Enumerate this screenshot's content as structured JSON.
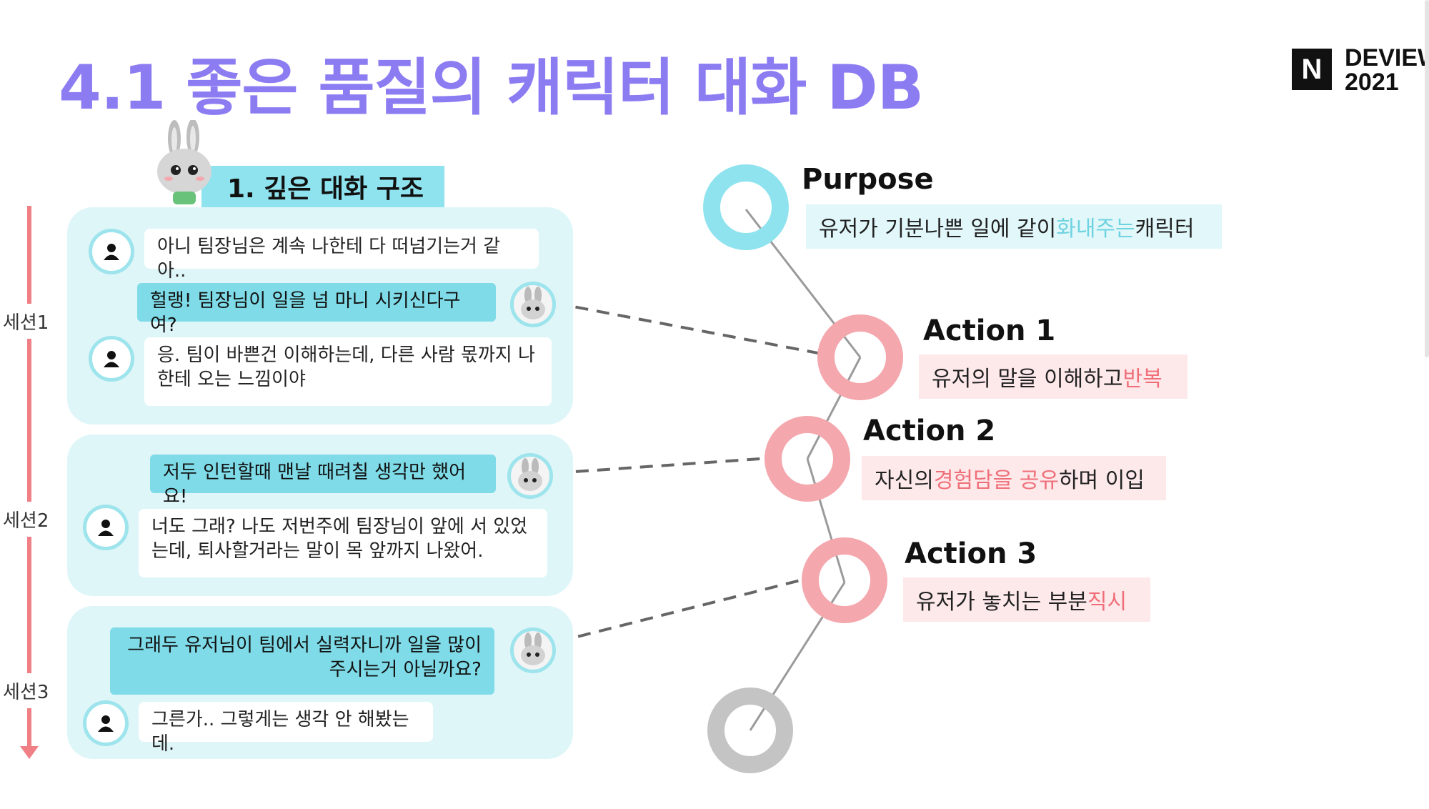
{
  "slide": {
    "title": "4.1 좋은 품질의 캐릭터 대화 DB",
    "logo": {
      "mark": "N",
      "line1": "DEVIEW",
      "line2": "2021"
    }
  },
  "section": {
    "header": "1. 깊은 대화 구조"
  },
  "sessions": [
    {
      "label": "세션1",
      "messages": [
        {
          "speaker": "user",
          "text": "아니 팀장님은 계속 나한테 다 떠넘기는거 같아.."
        },
        {
          "speaker": "character",
          "text": "헐랭! 팀장님이 일을 넘 마니 시키신다구여?"
        },
        {
          "speaker": "user",
          "line1": "응. 팀이 바쁜건 이해하는데, 다른 사람 몫까지 나",
          "line2": "한테 오는 느낌이야"
        }
      ]
    },
    {
      "label": "세션2",
      "messages": [
        {
          "speaker": "character",
          "text": "저두 인턴할때 맨날 때려칠 생각만 했어요!"
        },
        {
          "speaker": "user",
          "line1": "너도 그래? 나도 저번주에 팀장님이 앞에 서 있었",
          "line2": "는데, 퇴사할거라는 말이 목 앞까지 나왔어."
        }
      ]
    },
    {
      "label": "세션3",
      "messages": [
        {
          "speaker": "character",
          "line1": "그래두 유저님이 팀에서 실력자니까 일을 많이",
          "line2": "주시는거 아닐까요?"
        },
        {
          "speaker": "user",
          "text": "그른가.. 그렇게는 생각 안 해봤는데."
        }
      ]
    }
  ],
  "flow": {
    "purpose": {
      "title": "Purpose",
      "pre": "유저가 기분나쁜 일에 같이 ",
      "highlight": "화내주는",
      "post": " 캐릭터",
      "color": "#8fe3ee"
    },
    "actions": [
      {
        "title": "Action 1",
        "pre": "유저의 말을 이해하고 ",
        "highlight": "반복",
        "post": "",
        "color": "#f4a7ad"
      },
      {
        "title": "Action 2",
        "pre": "자신의 ",
        "highlight": "경험담을 공유",
        "post": "하며 이입",
        "color": "#f4a7ad"
      },
      {
        "title": "Action 3",
        "pre": "유저가 놓치는 부분 ",
        "highlight": "직시",
        "post": "",
        "color": "#f4a7ad"
      }
    ],
    "end_node_color": "#c4c4c4"
  }
}
